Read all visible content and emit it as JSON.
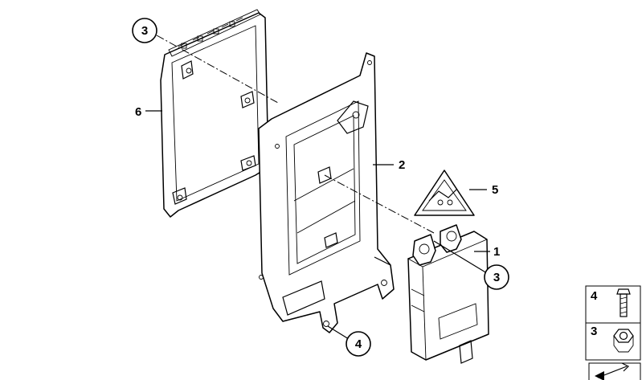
{
  "callouts": {
    "module_top": "3",
    "clip_lower": "3",
    "screw_bottom": "4"
  },
  "labels": {
    "antenna_amplifier": "1",
    "bracket": "2",
    "warning_label": "5",
    "control_unit": "6"
  },
  "legend": {
    "items": [
      {
        "number": "4",
        "icon": "screw-icon"
      },
      {
        "number": "3",
        "icon": "nut-icon"
      }
    ],
    "bottom_icon": "arrow-icon"
  }
}
